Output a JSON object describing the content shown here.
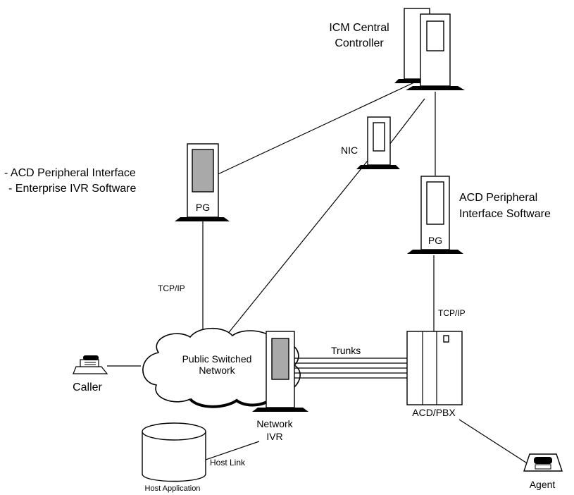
{
  "colors": {
    "line": "#000000",
    "screen_gray": "#a9a9a9",
    "background": "#ffffff"
  },
  "labels": {
    "icm_line1": "ICM Central",
    "icm_line2": "Controller",
    "nic": "NIC",
    "pg_left_desc1": "- ACD Peripheral Interface",
    "pg_left_desc2": "- Enterprise IVR Software",
    "pg_left": "PG",
    "pg_right_desc1": "ACD Peripheral",
    "pg_right_desc2": "Interface Software",
    "pg_right": "PG",
    "tcpip_left": "TCP/IP",
    "tcpip_right": "TCP/IP",
    "network_line1": "Public Switched",
    "network_line2": "Network",
    "trunks": "Trunks",
    "caller": "Caller",
    "network_ivr_line1": "Network",
    "network_ivr_line2": "IVR",
    "acd_pbx": "ACD/PBX",
    "host_link": "Host Link",
    "host_application": "Host Application",
    "agent": "Agent"
  },
  "icons": {
    "icm_server": "server-tower-icon",
    "nic": "server-tower-icon",
    "pg": "server-tower-icon",
    "network_ivr": "server-tower-icon",
    "acd_pbx": "switch-cabinet-icon",
    "host": "database-cylinder-icon",
    "telephone": "telephone-icon",
    "cloud": "cloud-icon"
  }
}
